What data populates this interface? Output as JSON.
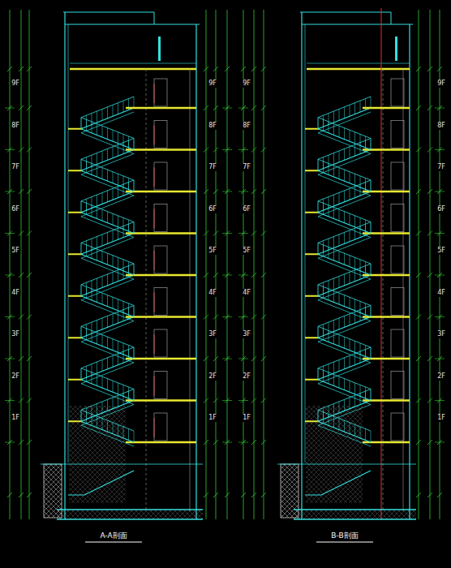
{
  "diagram": {
    "labels": [
      "9F",
      "8F",
      "7F",
      "6F",
      "5F",
      "4F",
      "3F",
      "2F",
      "1F",
      "9F",
      "8F",
      "7F",
      "6F",
      "5F",
      "4F",
      "3F",
      "2F",
      "1F",
      "9F",
      "8F",
      "7F",
      "6F",
      "5F",
      "4F",
      "3F",
      "2F",
      "1F",
      "9F",
      "8F",
      "7F",
      "6F",
      "5F",
      "4F",
      "3F",
      "2F",
      "1F",
      "A-A剖面",
      "B-B剖面"
    ]
  }
}
